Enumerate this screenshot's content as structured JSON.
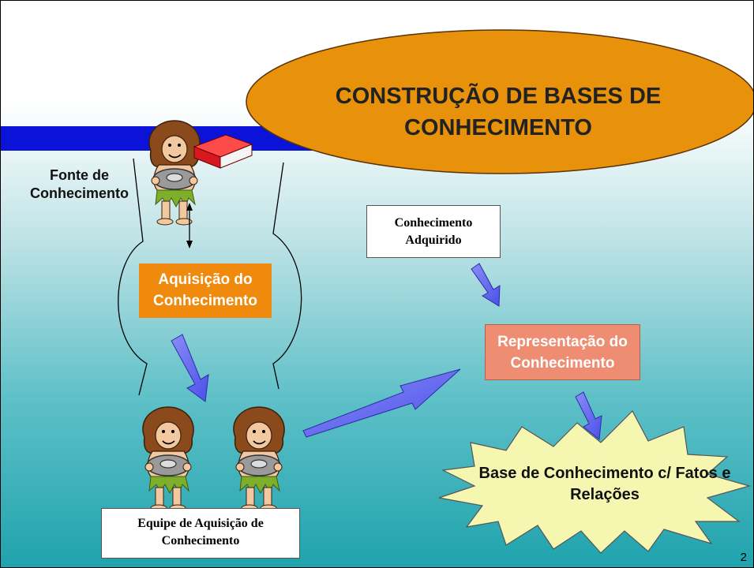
{
  "title": "CONSTRUÇÃO DE BASES DE CONHECIMENTO",
  "labels": {
    "source": "Fonte de Conhecimento"
  },
  "boxes": {
    "acquisition": "Aquisição do Conhecimento",
    "acquired": "Conhecimento Adquirido",
    "representation": "Representação do Conhecimento",
    "team": "Equipe de Aquisição de Conhecimento",
    "knowledge_base": "Base de Conhecimento c/ Fatos e Relações"
  },
  "page_number": "2",
  "colors": {
    "ellipse": "#e8920c",
    "acquisition_box": "#f08a0c",
    "representation_box": "#ee8d72",
    "blue_bar": "#0b13d8",
    "arrow": "#6a6ef2",
    "star": "#f5f7b0",
    "book": "#d81820"
  },
  "icons": [
    "caveman-icon",
    "book-icon"
  ]
}
